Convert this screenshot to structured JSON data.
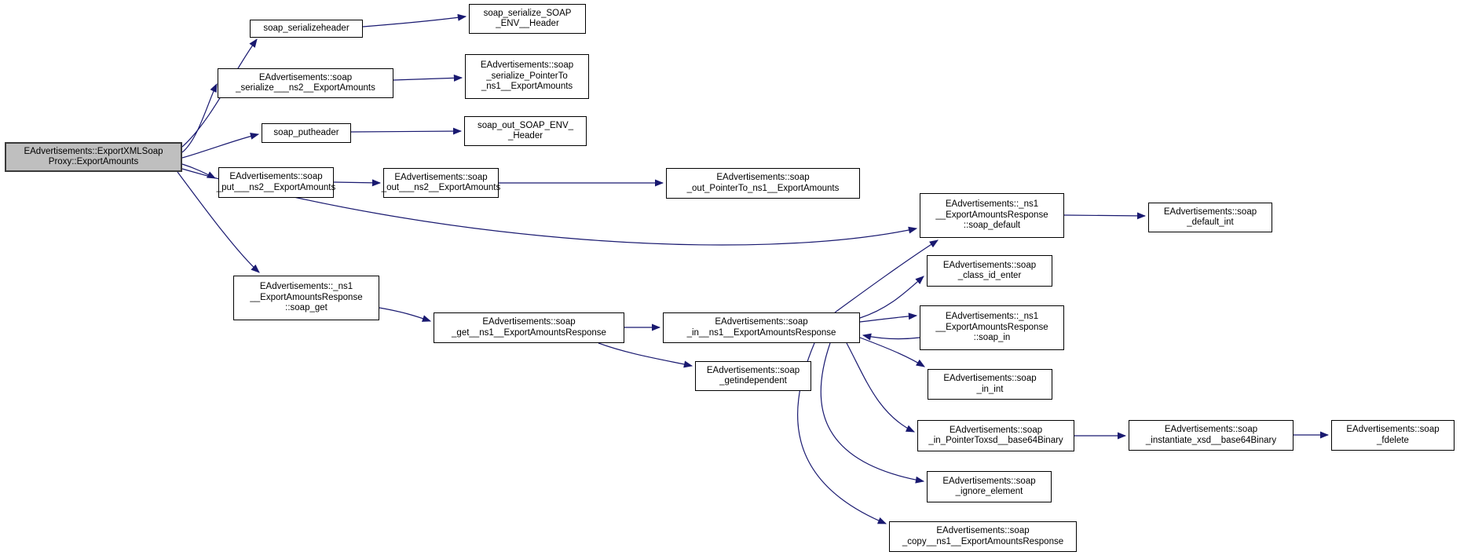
{
  "graph": {
    "title": "Call graph for EAdvertisements::ExportXMLSoapProxy::ExportAmounts",
    "type": "call-graph",
    "colors": {
      "edge": "#191970",
      "node_border": "#000000",
      "node_fill": "#ffffff",
      "root_fill": "#bfbfbf",
      "background": "#ffffff"
    },
    "nodes": [
      {
        "id": "export-xml-soap-proxy-export-amounts",
        "root": true,
        "lines": [
          "EAdvertisements::ExportXMLSoap",
          "Proxy::ExportAmounts"
        ]
      },
      {
        "id": "soap-serializeheader",
        "lines": [
          "soap_serializeheader"
        ]
      },
      {
        "id": "soap-serialize-soap-env-header",
        "lines": [
          "soap_serialize_SOAP",
          "_ENV__Header"
        ]
      },
      {
        "id": "soap-serialize-ns2-export-amounts",
        "lines": [
          "EAdvertisements::soap",
          "_serialize___ns2__ExportAmounts"
        ]
      },
      {
        "id": "soap-serialize-pointer-to-ns1-export-amounts",
        "lines": [
          "EAdvertisements::soap",
          "_serialize_PointerTo",
          "_ns1__ExportAmounts"
        ]
      },
      {
        "id": "soap-putheader",
        "lines": [
          "soap_putheader"
        ]
      },
      {
        "id": "soap-out-soap-env-header",
        "lines": [
          "soap_out_SOAP_ENV_",
          "_Header"
        ]
      },
      {
        "id": "soap-put-ns2-export-amounts",
        "lines": [
          "EAdvertisements::soap",
          "_put___ns2__ExportAmounts"
        ]
      },
      {
        "id": "soap-out-ns2-export-amounts",
        "lines": [
          "EAdvertisements::soap",
          "_out___ns2__ExportAmounts"
        ]
      },
      {
        "id": "soap-out-pointer-to-ns1-export-amounts",
        "lines": [
          "EAdvertisements::soap",
          "_out_PointerTo_ns1__ExportAmounts"
        ]
      },
      {
        "id": "ns1-export-amounts-response-soap-default",
        "lines": [
          "EAdvertisements::_ns1",
          "__ExportAmountsResponse",
          "::soap_default"
        ]
      },
      {
        "id": "soap-default-int",
        "lines": [
          "EAdvertisements::soap",
          "_default_int"
        ]
      },
      {
        "id": "ns1-export-amounts-response-soap-get",
        "lines": [
          "EAdvertisements::_ns1",
          "__ExportAmountsResponse",
          "::soap_get"
        ]
      },
      {
        "id": "soap-get-ns1-export-amounts-response",
        "lines": [
          "EAdvertisements::soap",
          "_get__ns1__ExportAmountsResponse"
        ]
      },
      {
        "id": "soap-in-ns1-export-amounts-response",
        "lines": [
          "EAdvertisements::soap",
          "_in__ns1__ExportAmountsResponse"
        ]
      },
      {
        "id": "soap-getindependent",
        "lines": [
          "EAdvertisements::soap",
          "_getindependent"
        ]
      },
      {
        "id": "soap-class-id-enter",
        "lines": [
          "EAdvertisements::soap",
          "_class_id_enter"
        ]
      },
      {
        "id": "ns1-export-amounts-response-soap-in",
        "lines": [
          "EAdvertisements::_ns1",
          "__ExportAmountsResponse",
          "::soap_in"
        ]
      },
      {
        "id": "soap-in-int",
        "lines": [
          "EAdvertisements::soap",
          "_in_int"
        ]
      },
      {
        "id": "soap-in-pointer-to-xsd-base64binary",
        "lines": [
          "EAdvertisements::soap",
          "_in_PointerToxsd__base64Binary"
        ]
      },
      {
        "id": "soap-instantiate-xsd-base64binary",
        "lines": [
          "EAdvertisements::soap",
          "_instantiate_xsd__base64Binary"
        ]
      },
      {
        "id": "soap-fdelete",
        "lines": [
          "EAdvertisements::soap",
          "_fdelete"
        ]
      },
      {
        "id": "soap-ignore-element",
        "lines": [
          "EAdvertisements::soap",
          "_ignore_element"
        ]
      },
      {
        "id": "soap-copy-ns1-export-amounts-response",
        "lines": [
          "EAdvertisements::soap",
          "_copy__ns1__ExportAmountsResponse"
        ]
      }
    ],
    "edges": [
      {
        "from": "export-xml-soap-proxy-export-amounts",
        "to": "soap-serializeheader"
      },
      {
        "from": "export-xml-soap-proxy-export-amounts",
        "to": "soap-serialize-ns2-export-amounts"
      },
      {
        "from": "export-xml-soap-proxy-export-amounts",
        "to": "soap-putheader"
      },
      {
        "from": "export-xml-soap-proxy-export-amounts",
        "to": "soap-put-ns2-export-amounts"
      },
      {
        "from": "export-xml-soap-proxy-export-amounts",
        "to": "ns1-export-amounts-response-soap-default"
      },
      {
        "from": "export-xml-soap-proxy-export-amounts",
        "to": "ns1-export-amounts-response-soap-get"
      },
      {
        "from": "soap-serializeheader",
        "to": "soap-serialize-soap-env-header"
      },
      {
        "from": "soap-serialize-ns2-export-amounts",
        "to": "soap-serialize-pointer-to-ns1-export-amounts"
      },
      {
        "from": "soap-putheader",
        "to": "soap-out-soap-env-header"
      },
      {
        "from": "soap-put-ns2-export-amounts",
        "to": "soap-out-ns2-export-amounts"
      },
      {
        "from": "soap-out-ns2-export-amounts",
        "to": "soap-out-pointer-to-ns1-export-amounts"
      },
      {
        "from": "ns1-export-amounts-response-soap-default",
        "to": "soap-default-int"
      },
      {
        "from": "ns1-export-amounts-response-soap-get",
        "to": "soap-get-ns1-export-amounts-response"
      },
      {
        "from": "soap-get-ns1-export-amounts-response",
        "to": "soap-in-ns1-export-amounts-response"
      },
      {
        "from": "soap-get-ns1-export-amounts-response",
        "to": "soap-getindependent"
      },
      {
        "from": "soap-in-ns1-export-amounts-response",
        "to": "ns1-export-amounts-response-soap-default"
      },
      {
        "from": "soap-in-ns1-export-amounts-response",
        "to": "soap-class-id-enter"
      },
      {
        "from": "soap-in-ns1-export-amounts-response",
        "to": "ns1-export-amounts-response-soap-in"
      },
      {
        "from": "ns1-export-amounts-response-soap-in",
        "to": "soap-in-ns1-export-amounts-response"
      },
      {
        "from": "soap-in-ns1-export-amounts-response",
        "to": "soap-in-int"
      },
      {
        "from": "soap-in-ns1-export-amounts-response",
        "to": "soap-in-pointer-to-xsd-base64binary"
      },
      {
        "from": "soap-in-ns1-export-amounts-response",
        "to": "soap-ignore-element"
      },
      {
        "from": "soap-in-ns1-export-amounts-response",
        "to": "soap-copy-ns1-export-amounts-response"
      },
      {
        "from": "soap-in-pointer-to-xsd-base64binary",
        "to": "soap-instantiate-xsd-base64binary"
      },
      {
        "from": "soap-instantiate-xsd-base64binary",
        "to": "soap-fdelete"
      }
    ]
  }
}
